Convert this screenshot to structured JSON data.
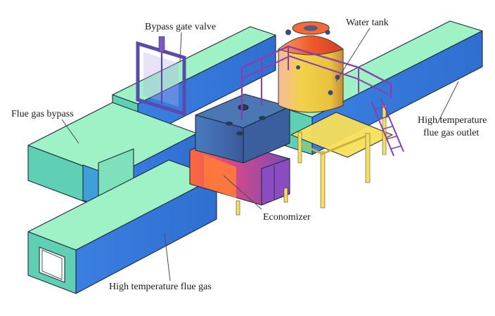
{
  "figure": {
    "labels": {
      "bypass_gate_valve": "Bypass gate valve",
      "water_tank": "Water tank",
      "flue_gas_bypass": "Flue gas bypass",
      "high_temp_outlet_line1": "High temperature",
      "high_temp_outlet_line2": "flue gas outlet",
      "economizer": "Economizer",
      "high_temp_flue_gas": "High temperature flue gas"
    },
    "colors": {
      "duct_top": "#9ff2c6",
      "duct_side": "#5fd0b4",
      "duct_front": "#3e86e0",
      "economizer_top": "#4b78b5",
      "economizer_side": "#3b5e9c",
      "economizer_body": "#c0468a",
      "tank_shell": "#f2c43e",
      "tank_roof": "#f05a2a",
      "platform": "#f6e05a",
      "railing": "#8a3fb0"
    }
  }
}
